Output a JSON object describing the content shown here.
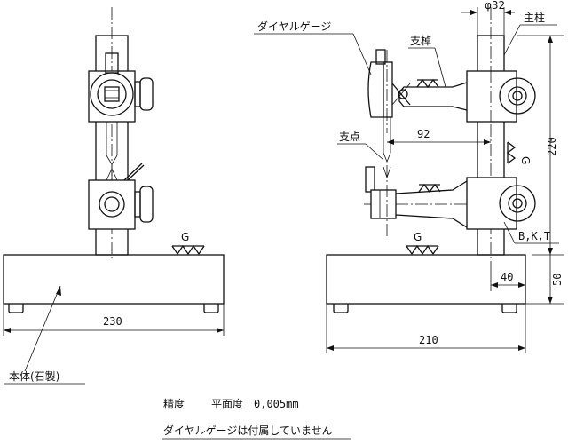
{
  "front_view": {
    "width_dim": "230",
    "label_body": "本体(石製)",
    "grade_mark": "G"
  },
  "side_view": {
    "label_dial_gauge": "ダイヤルゲージ",
    "label_arm": "支棹",
    "label_column": "主柱",
    "label_contact": "支点",
    "column_dia": "φ32",
    "dim_92": "92",
    "dim_220": "220",
    "dim_40": "40",
    "dim_50": "50",
    "width_dim": "210",
    "grade_mark": "G",
    "grade_mark_side": "G",
    "finish": "B,K,T"
  },
  "notes": {
    "accuracy_label": "精度",
    "flatness_label": "平面度",
    "flatness_value": "0,005mm",
    "remark": "ダイヤルゲージは付属していません"
  }
}
